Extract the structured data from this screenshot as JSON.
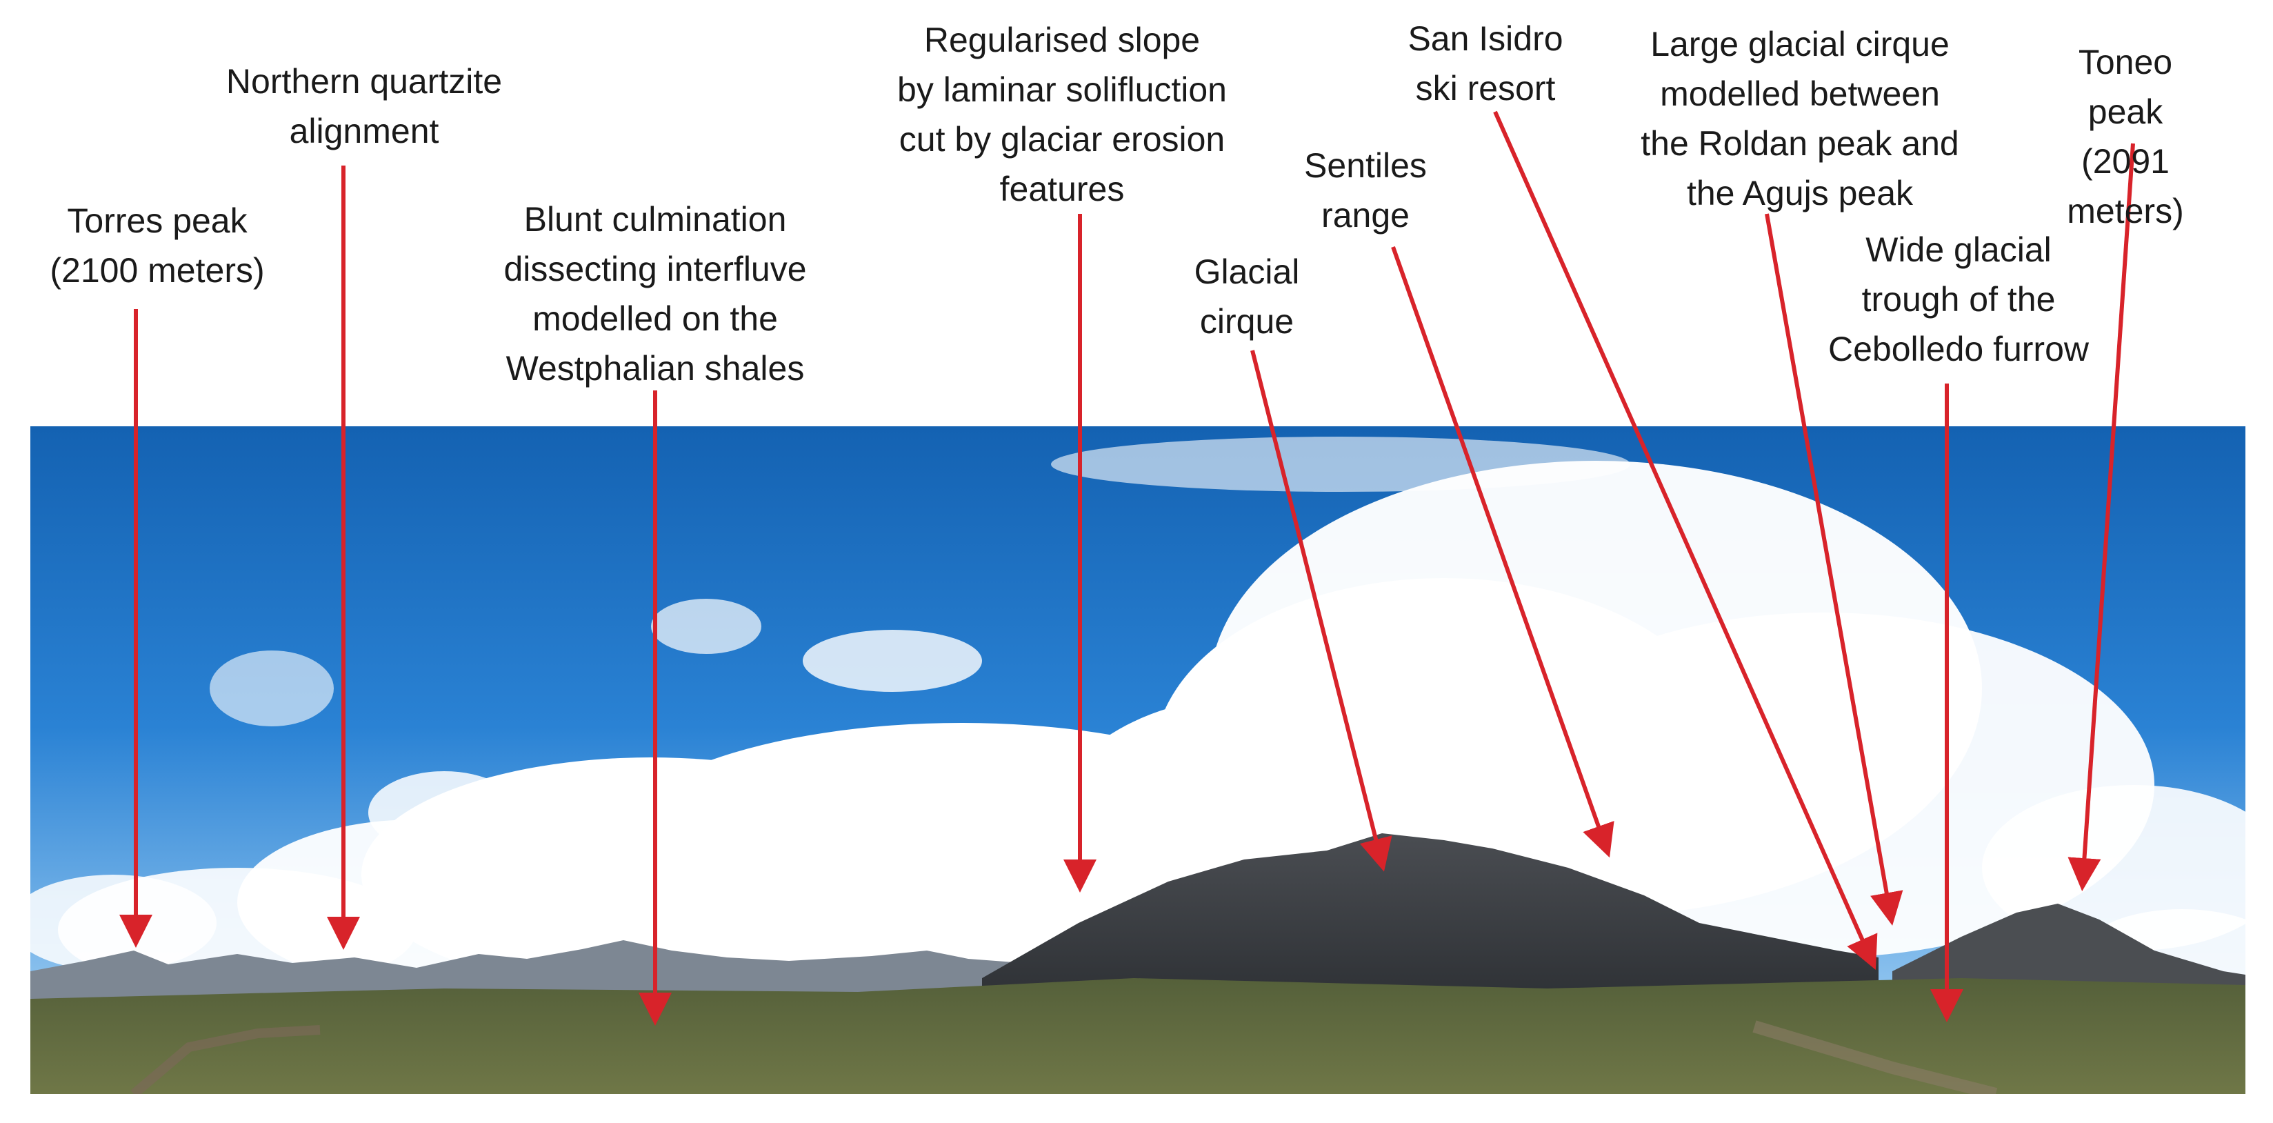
{
  "annotations": [
    {
      "id": "torres",
      "text": "Torres peak\n(2100 meters)"
    },
    {
      "id": "northern",
      "text": "Northern quartzite\nalignment"
    },
    {
      "id": "blunt",
      "text": "Blunt culmination\ndissecting interfluve\nmodelled on the\nWestphalian shales"
    },
    {
      "id": "regularised",
      "text": "Regularised slope\nby laminar solifluction\ncut by glaciar erosion\nfeatures"
    },
    {
      "id": "glacial_cirque",
      "text": "Glacial\ncirque"
    },
    {
      "id": "sentiles",
      "text": "Sentiles\nrange"
    },
    {
      "id": "san_isidro",
      "text": "San Isidro\nski resort"
    },
    {
      "id": "large_cirque",
      "text": "Large glacial cirque\nmodelled between\nthe Roldan peak and\nthe Agujs peak"
    },
    {
      "id": "wide_trough",
      "text": "Wide glacial\ntrough of the\nCebolledo furrow"
    },
    {
      "id": "toneo",
      "text": "Toneo peak\n(2091 meters)"
    }
  ],
  "colors": {
    "arrow": "#d8232a",
    "sky_top": "#1464b4",
    "sky_mid": "#2f86d6",
    "sky_low": "#8cc3ee",
    "cloud": "#ffffff",
    "mountain": "#3c3f44",
    "mountain_dark": "#2a2d31",
    "ground": "#66703f",
    "text": "#1a1a1a"
  }
}
